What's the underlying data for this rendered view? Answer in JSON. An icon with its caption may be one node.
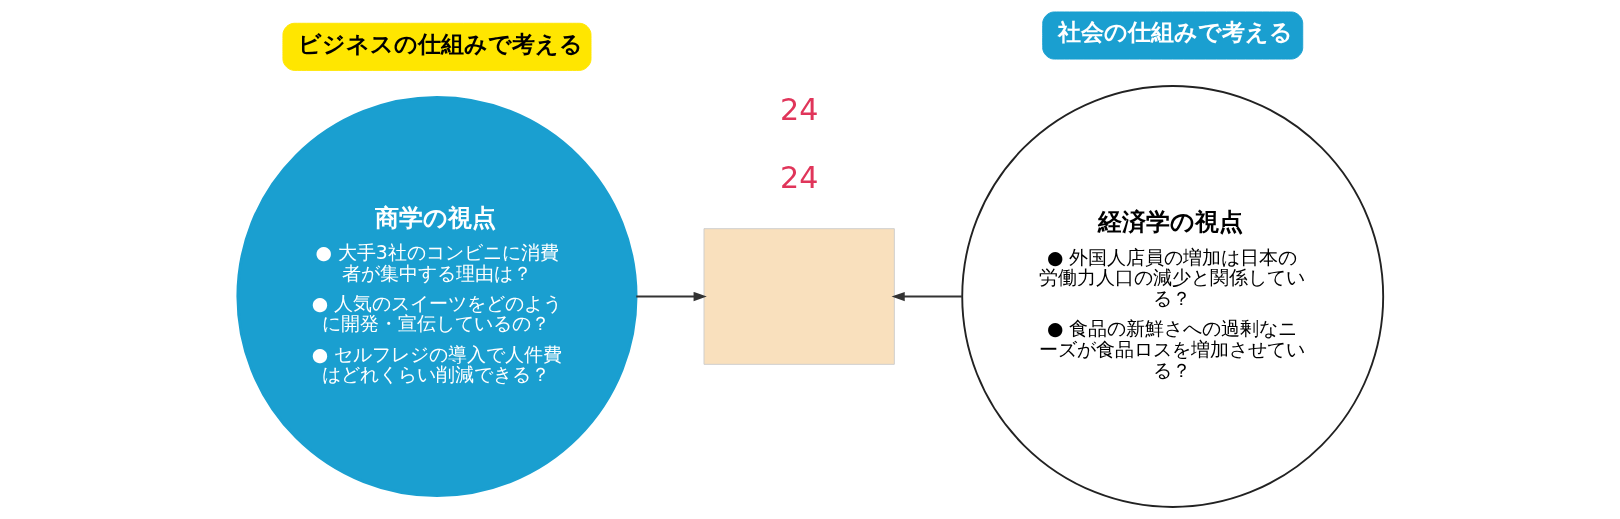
{
  "diagram": {
    "nodes": [
      {
        "text": [
          "商学の視点",
          "● 大手3社のコンビニに消費者が集中する理由は？",
          "● 人気のスイーツをどのように開発・宣伝しているの？",
          "● セルフレジの導入で人件費はどれくらい削減できる？"
        ]
      },
      {
        "text": [
          "ビジネスの仕組みで考える"
        ]
      },
      {
        "text": [],
        "shape": "box"
      },
      {
        "text": [
          "経済学の視点",
          "● 外国人店員の増加は日本の労働力人口の減少と関係している？",
          "● 食品の新鮮さへの過剰なニーズが食品ロスを増加させている？"
        ]
      },
      {
        "text": [
          "社会の仕組みで考える"
        ]
      }
    ],
    "edges": [
      {
        "from": 0,
        "to": 2,
        "arrow": "to"
      },
      {
        "from": 3,
        "to": 2,
        "arrow": "to"
      }
    ],
    "labels": [
      "24",
      "24"
    ]
  }
}
